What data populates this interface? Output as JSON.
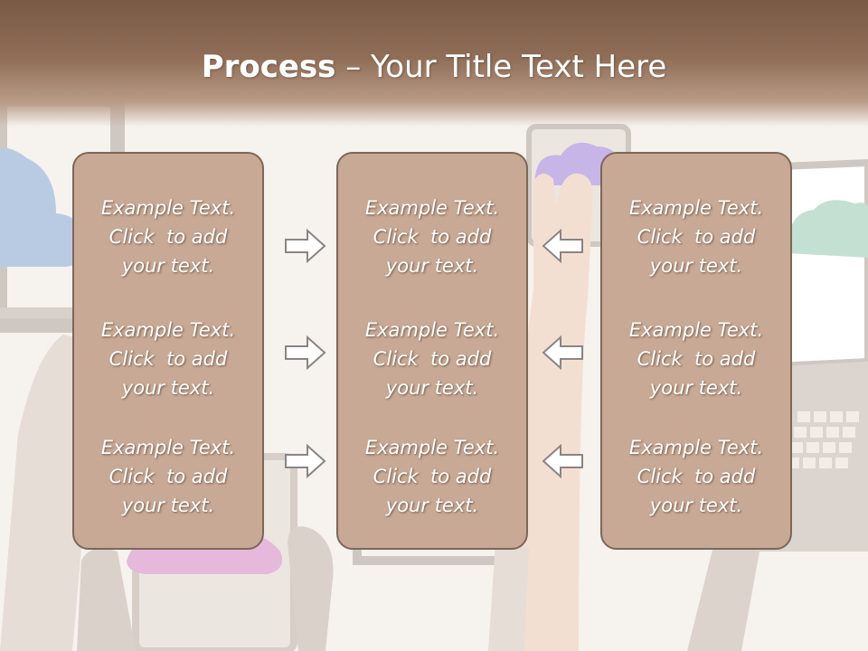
{
  "slide": {
    "title_bold": "Process",
    "title_rest": " – Your Title Text Here"
  },
  "columns": [
    {
      "items": [
        {
          "line1": "Example Text.",
          "line2": "Click  to add",
          "line3": "your text."
        },
        {
          "line1": "Example Text.",
          "line2": "Click  to add",
          "line3": "your text."
        },
        {
          "line1": "Example Text.",
          "line2": "Click  to add",
          "line3": "your text."
        }
      ]
    },
    {
      "items": [
        {
          "line1": "Example Text.",
          "line2": "Click  to add",
          "line3": "your text."
        },
        {
          "line1": "Example Text.",
          "line2": "Click  to add",
          "line3": "your text."
        },
        {
          "line1": "Example Text.",
          "line2": "Click  to add",
          "line3": "your text."
        }
      ]
    },
    {
      "items": [
        {
          "line1": "Example Text.",
          "line2": "Click  to add",
          "line3": "your text."
        },
        {
          "line1": "Example Text.",
          "line2": "Click  to add",
          "line3": "your text."
        },
        {
          "line1": "Example Text.",
          "line2": "Click  to add",
          "line3": "your text."
        }
      ]
    }
  ],
  "arrows": {
    "left": [
      "right-arrow-icon",
      "right-arrow-icon",
      "right-arrow-icon"
    ],
    "right": [
      "left-arrow-icon",
      "left-arrow-icon",
      "left-arrow-icon"
    ]
  },
  "colors": {
    "header": "#7a5a45",
    "panel_fill": "#c7a995",
    "panel_border": "#7d6658",
    "background": "#f6f2ee",
    "text": "#ffffff"
  }
}
